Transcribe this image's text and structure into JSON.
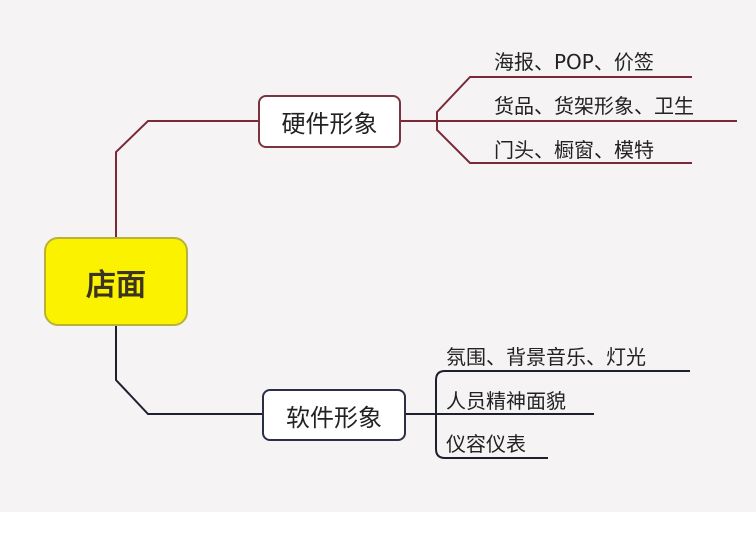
{
  "root": {
    "label": "店面"
  },
  "branches": [
    {
      "label": "硬件形象",
      "color": "#7a2a36",
      "items": [
        "海报、POP、价签",
        "货品、货架形象、卫生",
        "门头、橱窗、模特"
      ]
    },
    {
      "label": "软件形象",
      "color": "#1e2030",
      "items": [
        "氛围、背景音乐、灯光",
        "人员精神面貌",
        "仪容仪表"
      ]
    }
  ]
}
